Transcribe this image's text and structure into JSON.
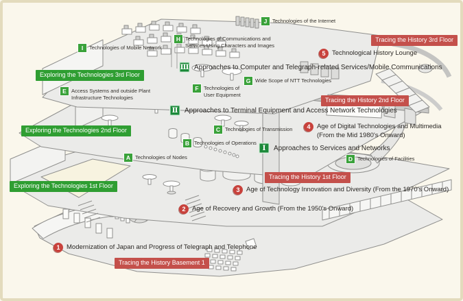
{
  "colors": {
    "background": "#faf7ec",
    "frame_border": "#e3dbbd",
    "exploring_green": "#2f9e32",
    "zone_badge_green": "#3aa23a",
    "approach_badge_green": "#1c8a3a",
    "tracing_red": "#c4504b",
    "history_circle_red": "#c8423c",
    "illustration_gray": "#ebebe9"
  },
  "floor_bars": {
    "exploring_3f": {
      "label": "Exploring the Technologies 3rd Floor"
    },
    "exploring_2f": {
      "label": "Exploring the Technologies 2nd Floor"
    },
    "exploring_1f": {
      "label": "Exploring the Technologies 1st Floor"
    },
    "tracing_3f": {
      "label": "Tracing the History 3rd Floor"
    },
    "tracing_2f": {
      "label": "Tracing the History 2nd Floor"
    },
    "tracing_1f": {
      "label": "Tracing the History 1st Floor"
    },
    "tracing_b1": {
      "label": "Tracing the History Basement 1"
    }
  },
  "zones": {
    "A": {
      "letter": "A",
      "lines": [
        "Technologies of Nodes"
      ]
    },
    "B": {
      "letter": "B",
      "lines": [
        "Technologies of Operations"
      ]
    },
    "C": {
      "letter": "C",
      "lines": [
        "Technologies of Transmission"
      ]
    },
    "D": {
      "letter": "D",
      "lines": [
        "Technologies of Facilities"
      ]
    },
    "E": {
      "letter": "E",
      "lines": [
        "Access Systems and outside Plant",
        "Infrastructure Technologies"
      ]
    },
    "F": {
      "letter": "F",
      "lines": [
        "Technologies of",
        "User Equipment"
      ]
    },
    "G": {
      "letter": "G",
      "lines": [
        "Wide Scope of NTT Technologies"
      ]
    },
    "H": {
      "letter": "H",
      "lines": [
        "Technologies of Communications and",
        "Services Using Characters and Images"
      ]
    },
    "I": {
      "letter": "I",
      "lines": [
        "Technologies of Mobile Network"
      ]
    },
    "J": {
      "letter": "J",
      "lines": [
        "Technologies of the Internet"
      ]
    }
  },
  "approaches": {
    "I": {
      "numeral": "Ⅰ",
      "label": "Approaches to Services and Networks"
    },
    "II": {
      "numeral": "Ⅱ",
      "label": "Approaches to Terminal Equipment and Access Network Technologies"
    },
    "III": {
      "numeral": "Ⅲ",
      "label": "Approaches to Computer and Telegraph-related Services/Mobile Communications"
    }
  },
  "history_points": {
    "1": {
      "number": "1",
      "lines": [
        "Modernization of Japan and Progress of Telegraph and Telephone"
      ]
    },
    "2": {
      "number": "2",
      "lines": [
        "Age of Recovery and Growth (From the 1950's Onward)"
      ]
    },
    "3": {
      "number": "3",
      "lines": [
        "Age of Technology Innovation and Diversity (From the 1970's Onward)"
      ]
    },
    "4": {
      "number": "4",
      "lines": [
        "Age of Digital Technologies and Multimedia",
        "(From the Mid 1980's Onward)"
      ]
    },
    "5": {
      "number": "5",
      "lines": [
        "Technological History Lounge"
      ]
    }
  }
}
